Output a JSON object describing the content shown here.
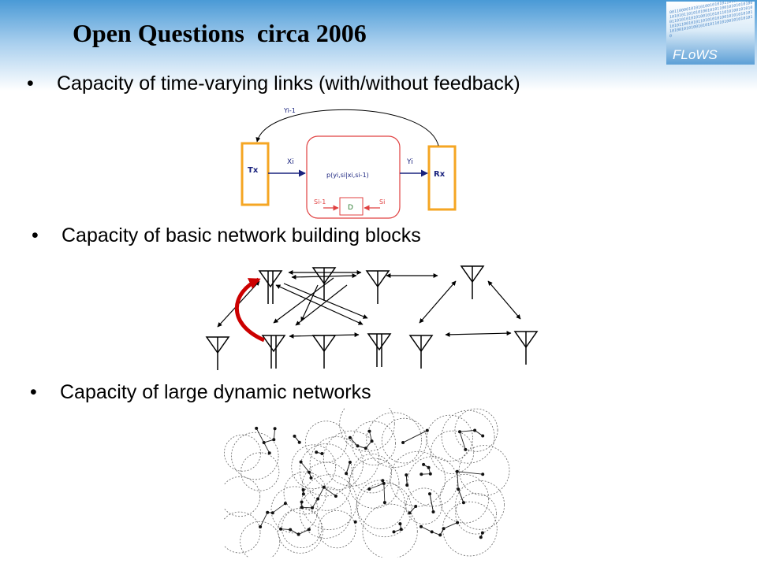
{
  "title": "Open Questions  circa 2006",
  "logo": {
    "text": "FLoWS",
    "bits": "00110000101010100101010110100101010101010110101010010101100101010101000110101010101001010101101010010101010101100101011010101010010101010101101001010100101010110101001010101010"
  },
  "bullets": [
    "Capacity of time-varying links (with/without feedback)",
    "Capacity of basic network building blocks",
    "Capacity of large dynamic networks"
  ],
  "channel": {
    "tx_label": "Tx",
    "rx_label": "Rx",
    "x_label": "Xi",
    "y_label": "Yi",
    "feedback_label": "Yi-1",
    "channel_label": "p(yi,si|xi,si-1)",
    "state_in_label": "Si-1",
    "state_out_label": "Si",
    "delay_label": "D"
  },
  "colors": {
    "box_orange": "#f5a623",
    "channel_red": "#e04040",
    "arrow_blue": "#1a237e",
    "curved_arrow": "#cc0000"
  }
}
